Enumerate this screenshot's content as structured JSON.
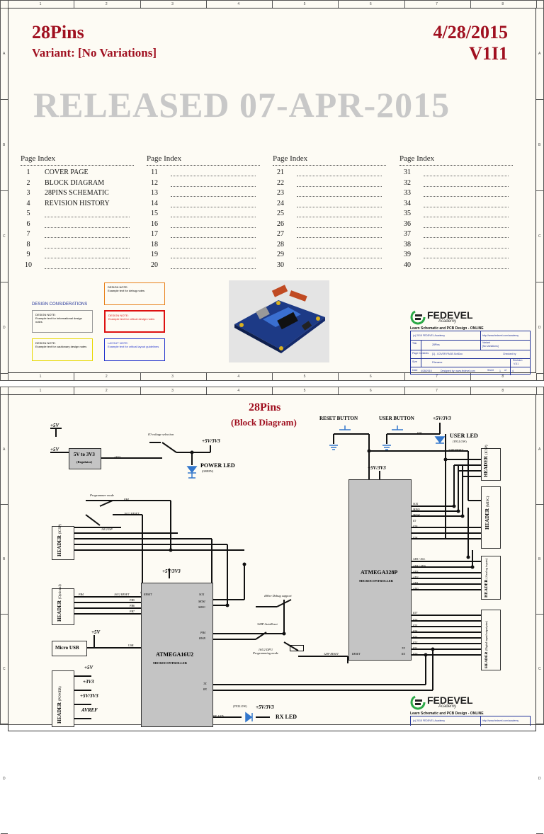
{
  "sheet1": {
    "ruler_top": [
      "1",
      "2",
      "3",
      "4",
      "5",
      "6",
      "7",
      "8"
    ],
    "ruler_side": [
      "A",
      "B",
      "C",
      "D"
    ],
    "project": "28Pins",
    "variant": "Variant:  [No Variations]",
    "date": "4/28/2015",
    "version": "V1I1",
    "released": "RELEASED 07-APR-2015",
    "index_header": {
      "page": "Page",
      "index": "Index"
    },
    "index_columns": [
      [
        {
          "n": "1",
          "t": "COVER PAGE"
        },
        {
          "n": "2",
          "t": "BLOCK DIAGRAM"
        },
        {
          "n": "3",
          "t": "28PINS SCHEMATIC"
        },
        {
          "n": "4",
          "t": "REVISION HISTORY"
        },
        {
          "n": "5",
          "t": ""
        },
        {
          "n": "6",
          "t": ""
        },
        {
          "n": "7",
          "t": ""
        },
        {
          "n": "8",
          "t": ""
        },
        {
          "n": "9",
          "t": ""
        },
        {
          "n": "10",
          "t": ""
        }
      ],
      [
        {
          "n": "11",
          "t": ""
        },
        {
          "n": "12",
          "t": ""
        },
        {
          "n": "13",
          "t": ""
        },
        {
          "n": "14",
          "t": ""
        },
        {
          "n": "15",
          "t": ""
        },
        {
          "n": "16",
          "t": ""
        },
        {
          "n": "17",
          "t": ""
        },
        {
          "n": "18",
          "t": ""
        },
        {
          "n": "19",
          "t": ""
        },
        {
          "n": "20",
          "t": ""
        }
      ],
      [
        {
          "n": "21",
          "t": ""
        },
        {
          "n": "22",
          "t": ""
        },
        {
          "n": "23",
          "t": ""
        },
        {
          "n": "24",
          "t": ""
        },
        {
          "n": "25",
          "t": ""
        },
        {
          "n": "26",
          "t": ""
        },
        {
          "n": "27",
          "t": ""
        },
        {
          "n": "28",
          "t": ""
        },
        {
          "n": "29",
          "t": ""
        },
        {
          "n": "30",
          "t": ""
        }
      ],
      [
        {
          "n": "31",
          "t": ""
        },
        {
          "n": "32",
          "t": ""
        },
        {
          "n": "33",
          "t": ""
        },
        {
          "n": "34",
          "t": ""
        },
        {
          "n": "35",
          "t": ""
        },
        {
          "n": "36",
          "t": ""
        },
        {
          "n": "37",
          "t": ""
        },
        {
          "n": "38",
          "t": ""
        },
        {
          "n": "39",
          "t": ""
        },
        {
          "n": "40",
          "t": ""
        }
      ]
    ],
    "design_considerations": "DESIGN CONSIDERATIONS",
    "notes": {
      "info": "DESIGN NOTE:\nExample text for informational design notes",
      "debug": "DESIGN NOTE:\nExample text for debug notes",
      "critical": "DESIGN NOTE:\nExample text for critical design notes",
      "cautionary": "DESIGN NOTE:\nExample text for cautionary design notes",
      "layout": "LAYOUT NOTE:\nExample text for critical layout guidelines"
    },
    "logo": {
      "name": "FEDEVEL",
      "sub": "Academy",
      "tagline": "Learn Schematic and PCB Design - ONLINE"
    },
    "title_block": {
      "copyright": "(c) 2015 FEDEVEL Academy",
      "url": "http://www.fedevel.com/academy",
      "project_label": "Title",
      "project_value": "28Pins",
      "variant_label": "Variant",
      "variant_value": "[No Variations]",
      "page_label": "Page Contents",
      "page_value": "[1] - COVER PAGE.SchDoc",
      "checked": "Checked by",
      "size": "Size",
      "file": "Filename",
      "revision": "Revision",
      "revision_value": "V1I1",
      "date_label": "Date",
      "date_value": "4/28/2015",
      "designed": "Designed by: www.fedevel.com",
      "sheet": "Sheet",
      "sheet_value": "1",
      "of": "of",
      "of_value": "4"
    },
    "colors": {
      "accent": "#a01020",
      "released": "#c8c8c8",
      "blue": "#223399",
      "debug": "#e8801a",
      "critical": "#dd1111",
      "cautionary": "#e8d800",
      "layout": "#2233cc"
    }
  },
  "sheet2": {
    "title": "28Pins",
    "subtitle": "(Block Diagram)",
    "labels": {
      "p5v_a": "+5V",
      "p5v_b": "+5V",
      "regulator": "5V to 3V3",
      "regulator_sub": "(Regulator)",
      "p3v3_out": "+3V3",
      "io_voltage": "IO voltage selection",
      "p5v3v3_a": "+5V/3V3",
      "power_led": "POWER LED",
      "power_led_sub": "(GREEN)",
      "reset_button": "RESET BUTTON",
      "user_button": "USER BUTTON",
      "p5v3v3_b": "+5V/3V3",
      "user_led": "USER LED",
      "user_led_sub": "(YELLOW)",
      "io8": "IO8",
      "reset_328p": "328P RESET",
      "p5v3v3_c": "+5V/3V3",
      "header_icsp": "HEADER",
      "header_icsp_sub": "(ICSP)",
      "header_misc": "HEADER",
      "header_misc_sub": "(MISC)",
      "header_analog": "HEADER",
      "header_analog_sub": "(Analog inputs)",
      "header_digital": "HEADER",
      "header_digital_sub": "(Digital input/output pins)",
      "programmer_mode": "Programmer mode",
      "pb4_a": "PB4",
      "reset_16u2": "16U2 RESET",
      "isp_16u2": "16U2 ISP",
      "header_icsp2": "HEADER",
      "header_icsp2_sub": "(ICSP)",
      "p5v3v3_d": "+5V/3V3",
      "header_opt": "HEADER",
      "header_opt_sub": "(Optional)",
      "pb4_b": "PB4",
      "pb5": "PB5",
      "pb6": "PB6",
      "pb7": "PB7",
      "reset_16u2_b": "16U2 RESET",
      "reset_pin": "RESET",
      "sck": "SCK",
      "mosi": "MOSI",
      "miso": "MISO",
      "pb4_c": "PB4",
      "hwb": "HWB",
      "tx": "TX",
      "rx": "RX",
      "p5v_c": "+5V",
      "micro_usb": "Micro USB",
      "usb": "USB",
      "atmega16u2": "ATMEGA16U2",
      "mcu_sub_a": "MICROCONTROLLER",
      "atmega328p": "ATMEGA328P",
      "mcu_sub_b": "MICROCONTROLLER",
      "dwire": "dWire Debug support",
      "autoreset": "328P AutoReset",
      "dfu": "16U2 DFU\nProgramming mode",
      "pin_sck": "SCK",
      "pin_miso": "MISO",
      "pin_mosi": "MOSI",
      "pin_io9": "IO9",
      "pin_io8": "IO8",
      "pin_io": "IO",
      "pin_ad5": "AD5 / SCL",
      "pin_ad4": "AD4 / SDA",
      "pin_ad3": "AD3",
      "pin_ad2": "AD2",
      "pin_ad1": "AD1",
      "pin_ad0": "AD0",
      "pin_io7": "IO7",
      "pin_io6": "IO6",
      "pin_io5": "IO5",
      "pin_io4": "IO4",
      "pin_io3": "IO3",
      "pin_io2": "IO2",
      "pin_io1": "IO1",
      "pin_io0": "IO0",
      "pin_tx": "TX",
      "pin_rx": "RX",
      "reset_328p_b": "328P RESET",
      "reset_pin_b": "RESET",
      "header_power": "HEADER",
      "header_power_sub": "(POWER)",
      "p5v_d": "+5V",
      "p3v3_d": "+3V3",
      "p5v3v3_e": "+5V/3V3",
      "avref": "AVREF",
      "yellow": "(YELLOW)",
      "p5v3v3_f": "+5V/3V3",
      "rx_led": "RX LED",
      "rx_led_net": "RX_LED"
    },
    "logo": {
      "name": "FEDEVEL",
      "sub": "Academy",
      "tagline": "Learn Schematic and PCB Design - ONLINE"
    },
    "title_block": {
      "copyright": "(c) 2015 FEDEVEL Academy",
      "url": "http://www.fedevel.com/academy"
    }
  }
}
